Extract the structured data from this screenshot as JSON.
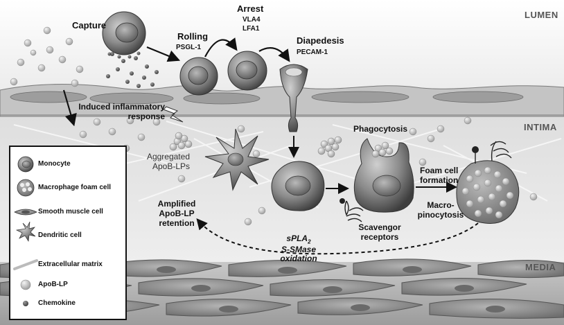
{
  "regions": {
    "lumen": "LUMEN",
    "intima": "INTIMA",
    "media": "MEDIA"
  },
  "labels": {
    "capture": "Capture",
    "rolling": "Rolling",
    "psgl1": "PSGL-1",
    "arrest": "Arrest",
    "vla4": "VLA4",
    "lfa1": "LFA1",
    "diapedesis": "Diapedesis",
    "pecam1": "PECAM-1",
    "induced_line1": "Induced inflammatory",
    "induced_line2": "response",
    "aggregated_line1": "Aggregated",
    "aggregated_line2": "ApoB-LPs",
    "phagocytosis": "Phagocytosis",
    "foam_line1": "Foam cell",
    "foam_line2": "formation",
    "macro_line1": "Macro-",
    "macro_line2": "pinocytosis",
    "scav_line1": "Scavengor",
    "scav_line2": "receptors",
    "amplified_line1": "Amplified",
    "amplified_line2": "ApoB-LP",
    "amplified_line3": "retention",
    "spla2": "sPLA",
    "spla2_sub": "2",
    "ssmase": "S-SMase",
    "oxidation": "oxidation"
  },
  "legend": {
    "items": [
      {
        "icon": "monocyte-icon",
        "label": "Monocyte"
      },
      {
        "icon": "macrophage-foam-cell-icon",
        "label": "Macrophage foam cell"
      },
      {
        "icon": "smooth-muscle-cell-icon",
        "label": "Smooth muscle cell"
      },
      {
        "icon": "dendritic-cell-icon",
        "label": "Dendritic cell"
      },
      {
        "icon": "extracellular-matrix-icon",
        "label": "Extracellular matrix"
      },
      {
        "icon": "apob-lp-icon",
        "label": "ApoB-LP"
      },
      {
        "icon": "chemokine-icon",
        "label": "Chemokine"
      }
    ]
  }
}
